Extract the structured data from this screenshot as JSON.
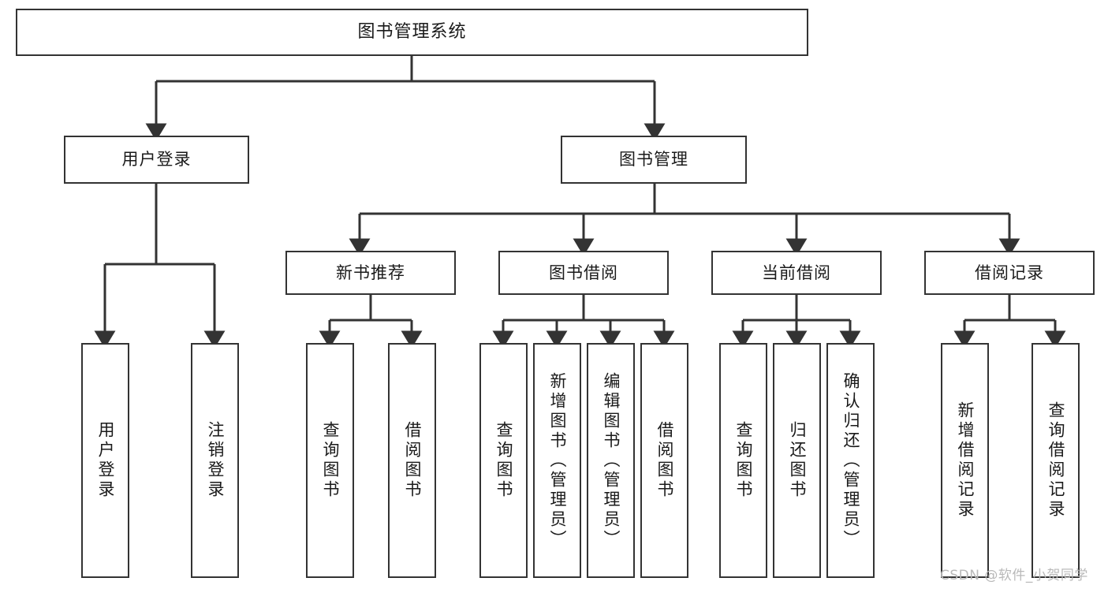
{
  "diagram": {
    "title": "图书管理系统",
    "type": "功能结构图",
    "watermark": "CSDN @软件_小贺同学",
    "colors": {
      "node_border": "#333333",
      "node_fill": "#ffffff",
      "edge": "#333333",
      "text": "#1a1a1a",
      "watermark": "#b9b9b9",
      "background": "#ffffff"
    }
  },
  "nodes": {
    "root": {
      "label": "图书管理系统"
    },
    "level1": [
      {
        "id": "user-login",
        "label": "用户登录"
      },
      {
        "id": "book-manage",
        "label": "图书管理"
      }
    ],
    "level2": [
      {
        "id": "new-book-rec",
        "label": "新书推荐"
      },
      {
        "id": "book-borrow",
        "label": "图书借阅"
      },
      {
        "id": "current-borrow",
        "label": "当前借阅"
      },
      {
        "id": "borrow-record",
        "label": "借阅记录"
      }
    ],
    "leaves": {
      "user_login": [
        {
          "id": "leaf-user-login",
          "label": "用户登录"
        },
        {
          "id": "leaf-logout",
          "label": "注销登录"
        }
      ],
      "new_book_rec": [
        {
          "id": "leaf-query-book-1",
          "label": "查询图书"
        },
        {
          "id": "leaf-borrow-book-1",
          "label": "借阅图书"
        }
      ],
      "book_borrow": [
        {
          "id": "leaf-query-book-2",
          "label": "查询图书"
        },
        {
          "id": "leaf-add-book",
          "label": "新增图书（管理员）"
        },
        {
          "id": "leaf-edit-book",
          "label": "编辑图书（管理员）"
        },
        {
          "id": "leaf-borrow-book-2",
          "label": "借阅图书"
        }
      ],
      "current_borrow": [
        {
          "id": "leaf-query-book-3",
          "label": "查询图书"
        },
        {
          "id": "leaf-return-book",
          "label": "归还图书"
        },
        {
          "id": "leaf-confirm-return",
          "label": "确认归还（管理员）"
        }
      ],
      "borrow_record": [
        {
          "id": "leaf-add-record",
          "label": "新增借阅记录"
        },
        {
          "id": "leaf-query-record",
          "label": "查询借阅记录"
        }
      ]
    }
  },
  "chart_data": {
    "type": "tree",
    "title": "图书管理系统",
    "orientation": "top-down",
    "levels": 4,
    "tree": {
      "name": "图书管理系统",
      "children": [
        {
          "name": "用户登录",
          "children": [
            {
              "name": "用户登录"
            },
            {
              "name": "注销登录"
            }
          ]
        },
        {
          "name": "图书管理",
          "children": [
            {
              "name": "新书推荐",
              "children": [
                {
                  "name": "查询图书"
                },
                {
                  "name": "借阅图书"
                }
              ]
            },
            {
              "name": "图书借阅",
              "children": [
                {
                  "name": "查询图书"
                },
                {
                  "name": "新增图书（管理员）"
                },
                {
                  "name": "编辑图书（管理员）"
                },
                {
                  "name": "借阅图书"
                }
              ]
            },
            {
              "name": "当前借阅",
              "children": [
                {
                  "name": "查询图书"
                },
                {
                  "name": "归还图书"
                },
                {
                  "name": "确认归还（管理员）"
                }
              ]
            },
            {
              "name": "借阅记录",
              "children": [
                {
                  "name": "新增借阅记录"
                },
                {
                  "name": "查询借阅记录"
                }
              ]
            }
          ]
        }
      ]
    }
  }
}
